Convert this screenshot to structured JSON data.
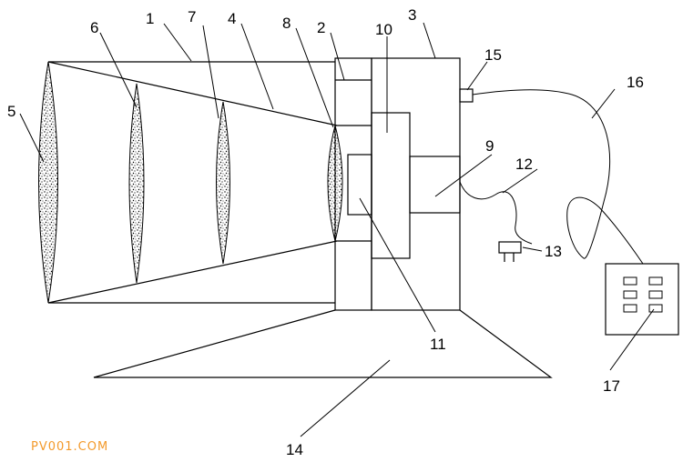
{
  "labels": {
    "l1": "1",
    "l2": "2",
    "l3": "3",
    "l4": "4",
    "l5": "5",
    "l6": "6",
    "l7": "7",
    "l8": "8",
    "l9": "9",
    "l10": "10",
    "l11": "11",
    "l12": "12",
    "l13": "13",
    "l14": "14",
    "l15": "15",
    "l16": "16",
    "l17": "17"
  },
  "watermark": "PV001.COM",
  "colors": {
    "line": "#000000",
    "background": "#ffffff",
    "watermark": "#f39a2b"
  }
}
